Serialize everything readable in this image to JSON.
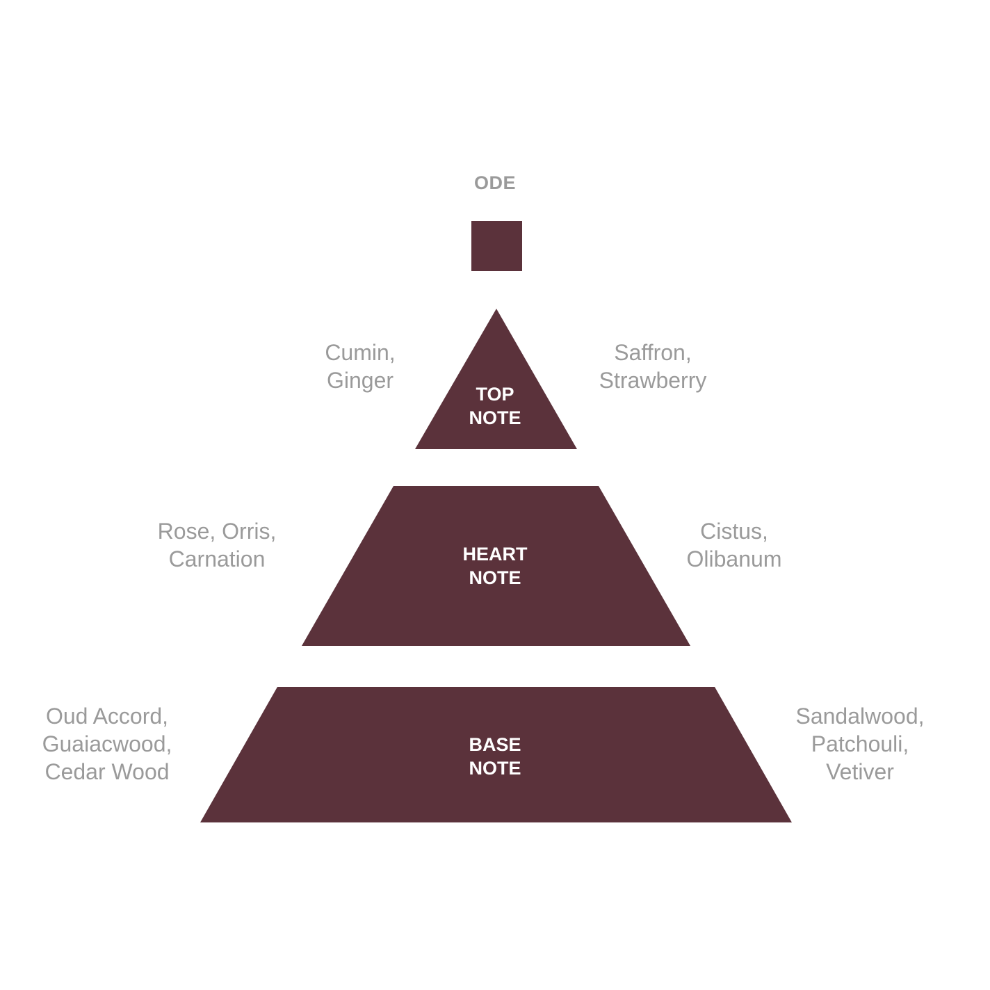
{
  "title": "ODE",
  "colors": {
    "shape": "#5b323b",
    "label_text": "#ffffff",
    "ingredient_text": "#9a9a9a"
  },
  "tiers": {
    "top": {
      "label_line1": "TOP",
      "label_line2": "NOTE",
      "left": [
        "Cumin,",
        "Ginger"
      ],
      "right": [
        "Saffron,",
        "Strawberry"
      ]
    },
    "heart": {
      "label_line1": "HEART",
      "label_line2": "NOTE",
      "left": [
        "Rose, Orris,",
        "Carnation"
      ],
      "right": [
        "Cistus,",
        "Olibanum"
      ]
    },
    "base": {
      "label_line1": "BASE",
      "label_line2": "NOTE",
      "left": [
        "Oud Accord,",
        "Guaiacwood,",
        "Cedar Wood"
      ],
      "right": [
        "Sandalwood,",
        "Patchouli,",
        "Vetiver"
      ]
    }
  }
}
